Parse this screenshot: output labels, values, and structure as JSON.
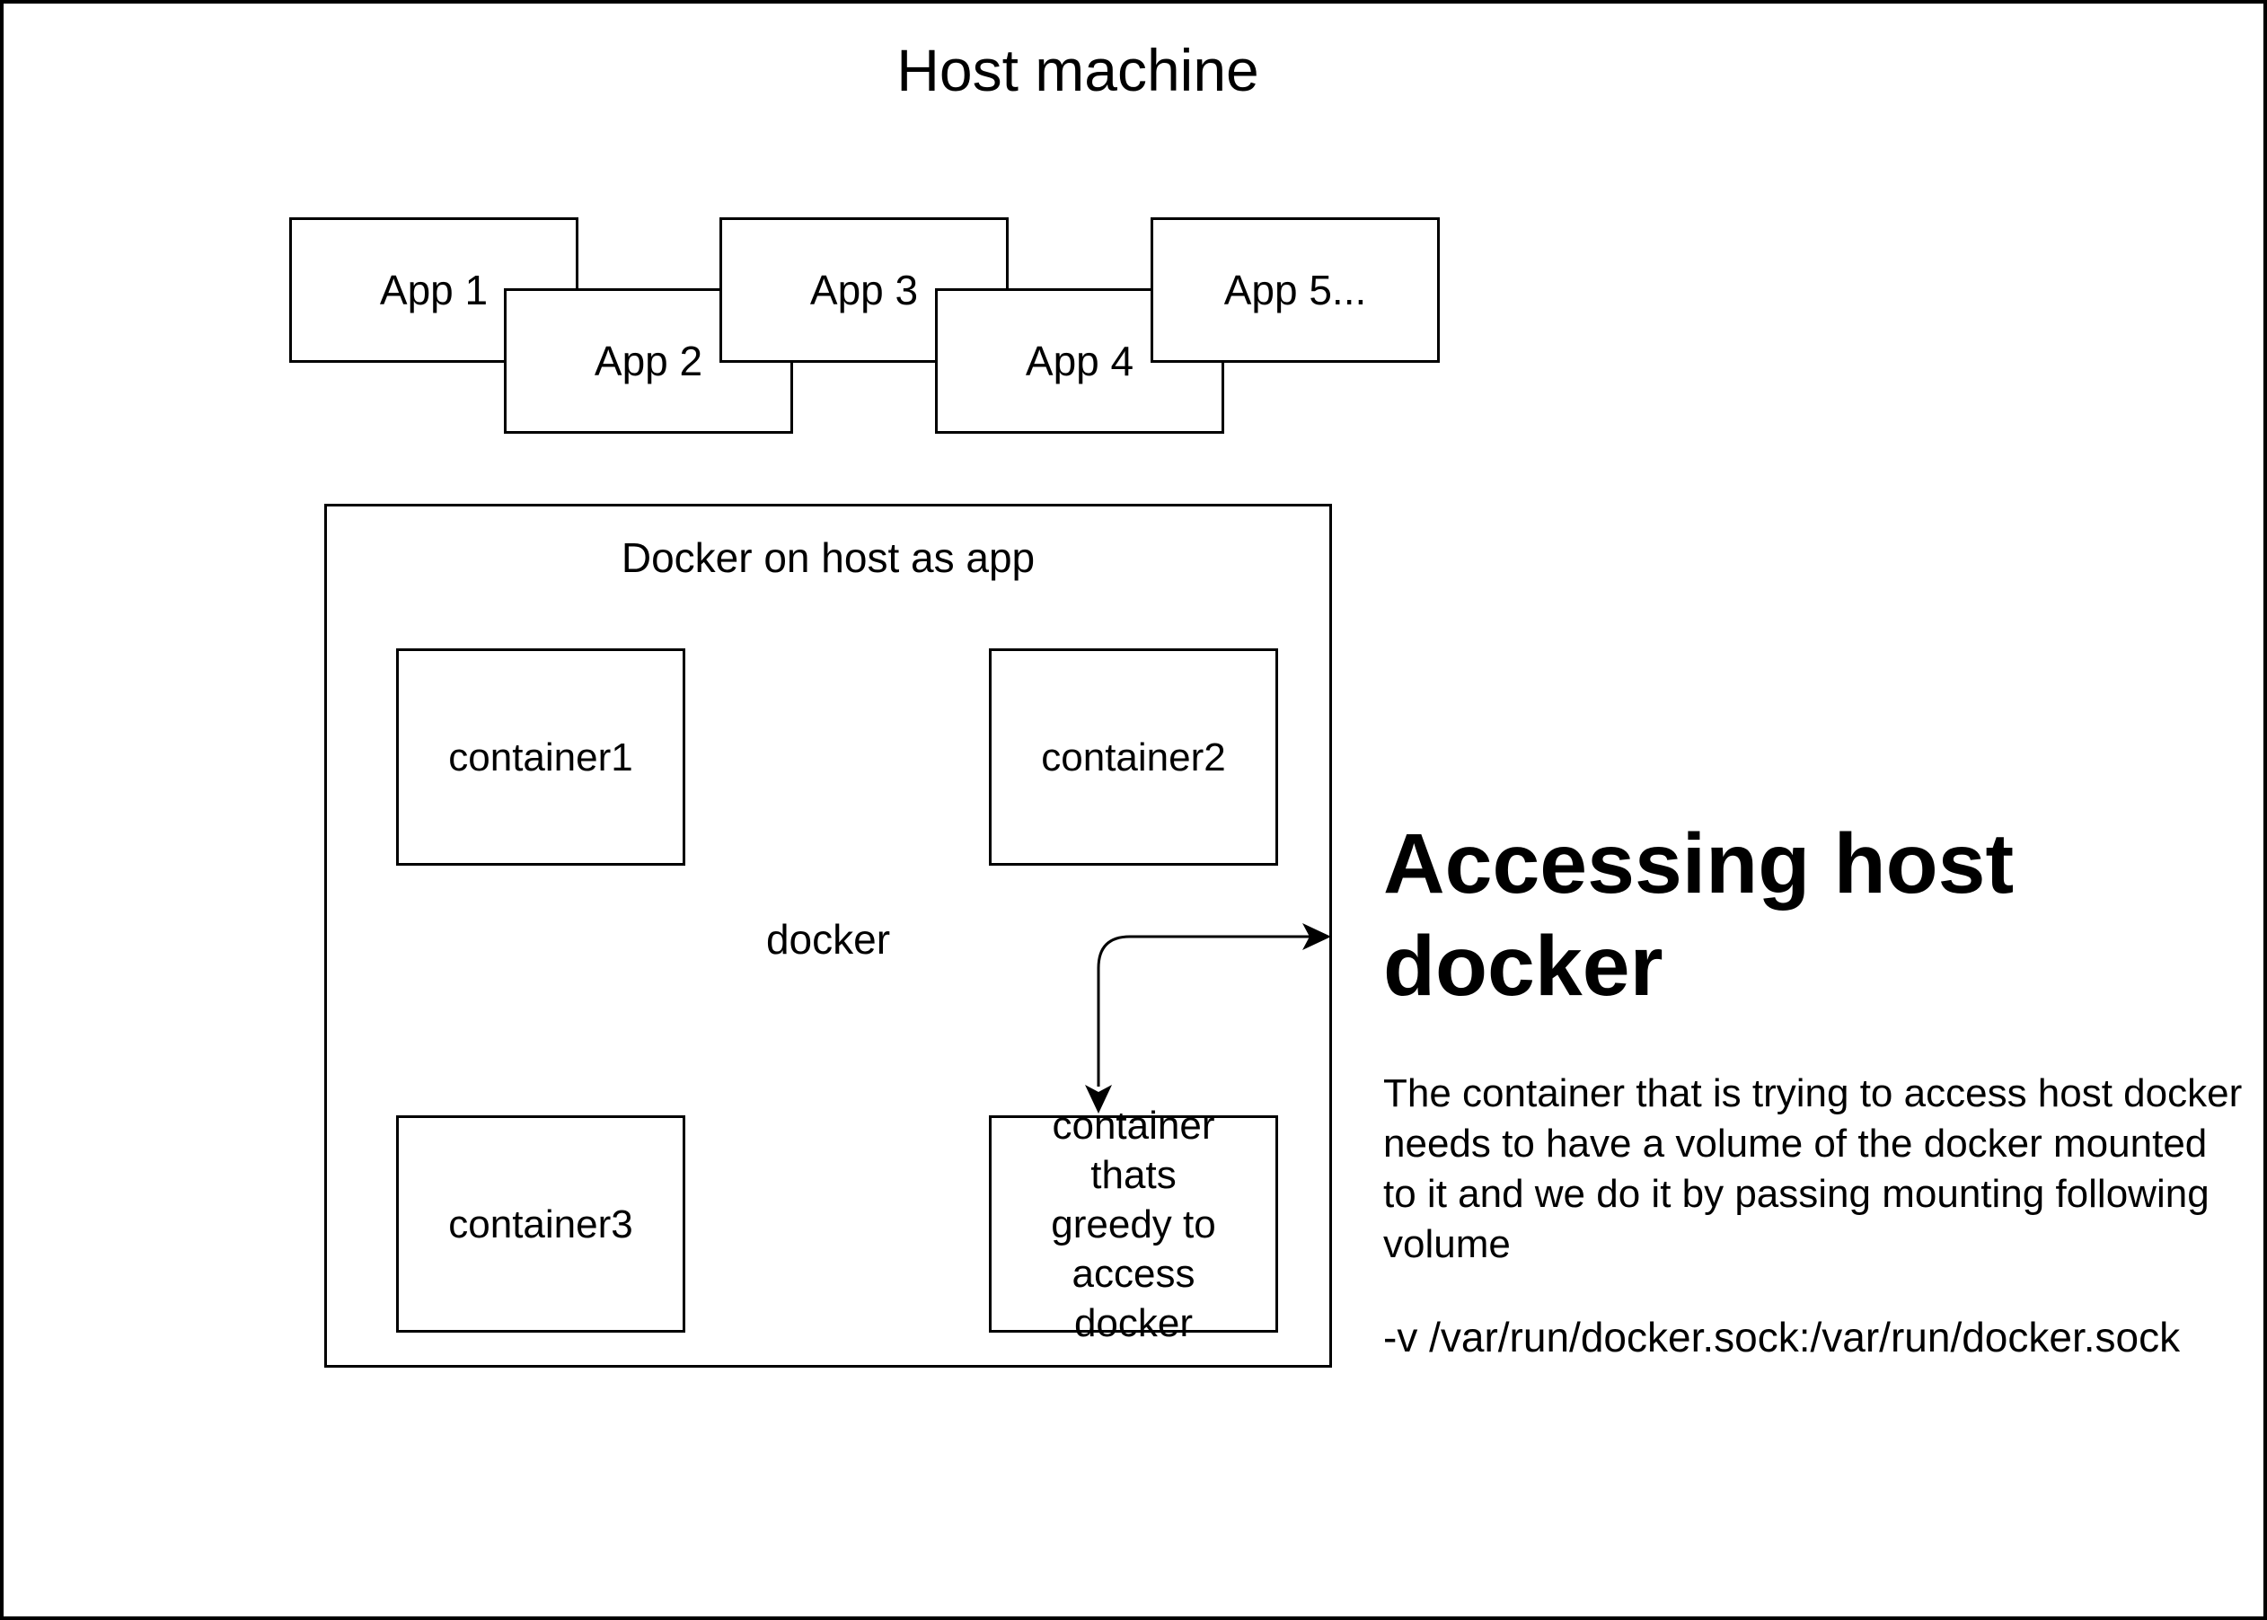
{
  "diagram": {
    "title": "Host machine",
    "apps": [
      {
        "label": "App 1"
      },
      {
        "label": "App 2"
      },
      {
        "label": "App 3"
      },
      {
        "label": "App 4"
      },
      {
        "label": "App 5..."
      }
    ],
    "docker_box": {
      "label": "Docker on host as app",
      "center_label": "docker",
      "containers": [
        {
          "label": "container1"
        },
        {
          "label": "container2"
        },
        {
          "label": "container3"
        },
        {
          "label": "container thats greedy to access docker"
        }
      ]
    },
    "note": {
      "heading": "Accessing host docker",
      "body": "The container that is trying to access host docker needs to have a volume of the docker mounted to it and we do it by passing mounting following volume",
      "command": "-v /var/run/docker.sock:/var/run/docker.sock"
    }
  }
}
